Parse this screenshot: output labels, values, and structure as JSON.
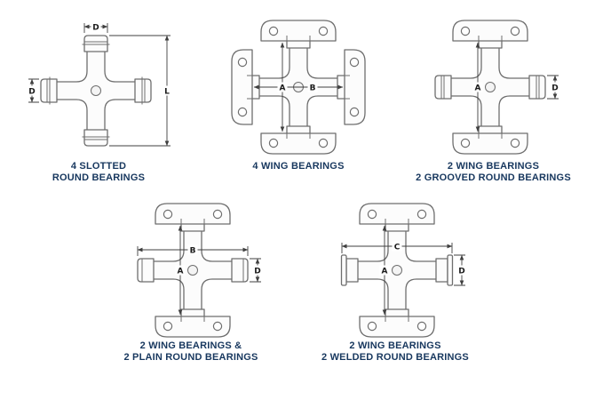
{
  "page": {
    "background": "#ffffff"
  },
  "colors": {
    "caption": "#17375e",
    "line": "#6e6e6e",
    "dimension": "#3f3f3f"
  },
  "figures": [
    {
      "caption_line1": "4 SLOTTED",
      "caption_line2": "ROUND BEARINGS",
      "dims": {
        "d_top": "D",
        "d_left": "D",
        "l_right": "L"
      }
    },
    {
      "caption_line1": "4 WING BEARINGS",
      "caption_line2": "",
      "dims": {
        "a": "A",
        "b": "B"
      }
    },
    {
      "caption_line1": "2 WING BEARINGS",
      "caption_line2": "2 GROOVED ROUND BEARINGS",
      "dims": {
        "a": "A",
        "d": "D"
      }
    },
    {
      "caption_line1": "2 WING BEARINGS &",
      "caption_line2": "2 PLAIN ROUND BEARINGS",
      "dims": {
        "a": "A",
        "b": "B",
        "d": "D"
      }
    },
    {
      "caption_line1": "2 WING BEARINGS",
      "caption_line2": "2 WELDED ROUND BEARINGS",
      "dims": {
        "a": "A",
        "c": "C",
        "d": "D"
      }
    }
  ]
}
